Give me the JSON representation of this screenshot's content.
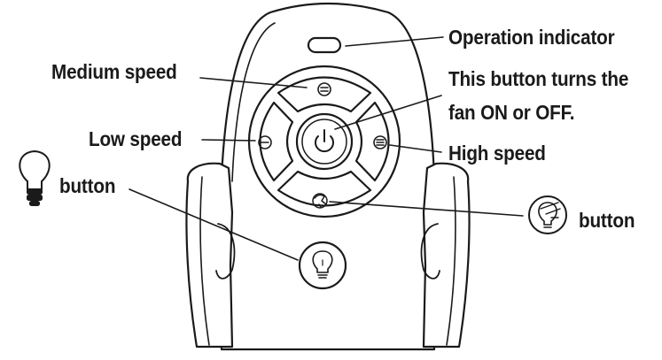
{
  "labels": {
    "operation_indicator": "Operation indicator",
    "medium_speed": "Medium speed",
    "power_line1": "This button turns the",
    "power_line2": "fan ON or OFF.",
    "low_speed": "Low speed",
    "high_speed": "High speed",
    "light_button": "button",
    "dimmer_button": "button"
  },
  "icons": {
    "light_legend": "light-bulb-icon",
    "dimmer_legend": "dimmer-bulb-icon",
    "power": "power-icon",
    "medium": "medium-speed-icon",
    "low": "low-speed-icon",
    "high": "high-speed-icon"
  },
  "colors": {
    "line": "#1a1a1a",
    "background": "#ffffff"
  }
}
